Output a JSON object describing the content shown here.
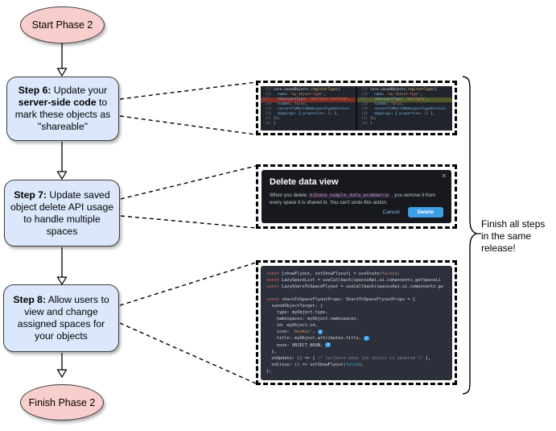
{
  "flowchart": {
    "start": {
      "label": "Start Phase 2"
    },
    "step6": {
      "bold1": "Step 6:",
      "t1": " Update your ",
      "bold2": "server-side code",
      "t2": " to mark these objects as \"shareable\""
    },
    "step7": {
      "bold1": "Step 7:",
      "t1": " Update saved object delete API usage to handle multiple spaces"
    },
    "step8": {
      "bold1": "Step 8:",
      "t1": " Allow users to view and change assigned spaces for your objects"
    },
    "finish": {
      "label": "Finish Phase 2"
    }
  },
  "brace_note": {
    "text": "Finish all steps in the same release!"
  },
  "colors": {
    "node_blue_fill": "#dbe8fc",
    "node_pink_fill": "#f8cecc",
    "node_stroke": "#3b3b3b",
    "diff_removed_bg": "#7e2c26",
    "diff_added_bg": "#525a2b",
    "code_bg": "#2b303b",
    "modal_bg": "#17191f",
    "primary_blue": "#3d9ee6",
    "badge_blue": "#36a2ef"
  },
  "diff_screenshot": {
    "left": {
      "lines": [
        {
          "num": "135",
          "mark": "",
          "tokens": [
            [
              "core.savedObjects.",
              "plain"
            ],
            [
              "registerType",
              "fn"
            ],
            [
              "({",
              "plain"
            ]
          ]
        },
        {
          "num": "136",
          "mark": "",
          "tokens": [
            [
              "  ",
              "plain"
            ],
            [
              "name",
              "prop"
            ],
            [
              ": ",
              "plain"
            ],
            [
              "'my-object-type'",
              "str"
            ],
            [
              ",",
              "plain"
            ]
          ]
        },
        {
          "num": "137",
          "mark": "-",
          "hl": "removed",
          "tokens": [
            [
              "  ",
              "plain"
            ],
            [
              "namespaceType",
              "prop"
            ],
            [
              ": ",
              "plain"
            ],
            [
              "'multiple-isolated'",
              "str"
            ],
            [
              ",",
              "plain"
            ]
          ]
        },
        {
          "num": "138",
          "mark": "",
          "tokens": [
            [
              "  ",
              "plain"
            ],
            [
              "hidden",
              "prop"
            ],
            [
              ": ",
              "plain"
            ],
            [
              "false",
              "lit"
            ],
            [
              ",",
              "plain"
            ]
          ]
        },
        {
          "num": "139",
          "mark": "",
          "tokens": [
            [
              "  ",
              "plain"
            ],
            [
              "convertToMultiNamespaceTypeVersion",
              "prop"
            ],
            [
              ": ",
              "plain"
            ],
            [
              "'",
              "str"
            ]
          ]
        },
        {
          "num": "140",
          "mark": "",
          "tokens": [
            [
              "  ",
              "plain"
            ],
            [
              "mappings",
              "prop"
            ],
            [
              ": { ",
              "plain"
            ],
            [
              "properties",
              "prop"
            ],
            [
              ": ",
              "plain"
            ],
            [
              "{}",
              "lit"
            ],
            [
              " },",
              "plain"
            ]
          ]
        },
        {
          "num": "141",
          "mark": "",
          "tokens": [
            [
              "});",
              "plain"
            ]
          ]
        },
        {
          "num": "142",
          "mark": "",
          "tokens": [
            [
              "}",
              "fn"
            ]
          ]
        }
      ]
    },
    "right": {
      "lines": [
        {
          "num": "135",
          "mark": "",
          "tokens": [
            [
              "core.savedObjects.",
              "plain"
            ],
            [
              "registerType",
              "fn"
            ],
            [
              "({",
              "plain"
            ]
          ]
        },
        {
          "num": "136",
          "mark": "",
          "tokens": [
            [
              "  ",
              "plain"
            ],
            [
              "name",
              "prop"
            ],
            [
              ": ",
              "plain"
            ],
            [
              "'my-object-type'",
              "str"
            ],
            [
              ",",
              "plain"
            ]
          ]
        },
        {
          "num": "137",
          "mark": "+",
          "hl": "added",
          "tokens": [
            [
              "  ",
              "plain"
            ],
            [
              "namespaceType",
              "prop"
            ],
            [
              ": ",
              "plain"
            ],
            [
              "'multiple'",
              "str"
            ],
            [
              ",",
              "plain"
            ]
          ]
        },
        {
          "num": "138",
          "mark": "",
          "tokens": [
            [
              "  ",
              "plain"
            ],
            [
              "hidden",
              "prop"
            ],
            [
              ": ",
              "plain"
            ],
            [
              "false",
              "lit"
            ],
            [
              ",",
              "plain"
            ]
          ]
        },
        {
          "num": "139",
          "mark": "",
          "tokens": [
            [
              "  ",
              "plain"
            ],
            [
              "convertToMultiNamespaceTypeVersion",
              "prop"
            ],
            [
              ": ",
              "plain"
            ],
            [
              "'",
              "str"
            ]
          ]
        },
        {
          "num": "140",
          "mark": "",
          "tokens": [
            [
              "  ",
              "plain"
            ],
            [
              "mappings",
              "prop"
            ],
            [
              ": { ",
              "plain"
            ],
            [
              "properties",
              "prop"
            ],
            [
              ": ",
              "plain"
            ],
            [
              "{}",
              "lit"
            ],
            [
              " },",
              "plain"
            ]
          ]
        },
        {
          "num": "141",
          "mark": "",
          "tokens": [
            [
              "});",
              "plain"
            ]
          ]
        },
        {
          "num": "142",
          "mark": "",
          "tokens": [
            [
              "}",
              "fn"
            ]
          ]
        }
      ]
    }
  },
  "modal_screenshot": {
    "title": "Delete data view",
    "close_icon": "✕",
    "body_prefix": "When you delete ",
    "code_token": "kibana_sample_data_ecommerce",
    "body_suffix": " , you remove it from every space it is shared in. You can't undo this action.",
    "cancel_label": "Cancel",
    "delete_label": "Delete"
  },
  "code_screenshot": {
    "lines": [
      {
        "tokens": [
          [
            "const",
            "kw"
          ],
          [
            " [showFlyout, setShowFlyout] = useState(",
            "plain"
          ],
          [
            "false",
            "lit"
          ],
          [
            ");",
            "plain"
          ]
        ]
      },
      {
        "tokens": [
          [
            "const",
            "kw"
          ],
          [
            " LazySpaceList = useCallback(spacesApi.ui.components.getSpaceLi",
            "plain"
          ]
        ]
      },
      {
        "tokens": [
          [
            "const",
            "kw"
          ],
          [
            " LazyShareToSpaceFlyout = useCallback(spacesApi.ui.components.ge",
            "plain"
          ]
        ]
      },
      {
        "tokens": [
          [
            " ",
            "plain"
          ]
        ]
      },
      {
        "tokens": [
          [
            "const",
            "kw"
          ],
          [
            " shareToSpaceFlyoutProps: ShareToSpaceFlyoutProps = {",
            "plain"
          ]
        ]
      },
      {
        "tokens": [
          [
            "  savedObjectTarget: {",
            "plain"
          ]
        ]
      },
      {
        "tokens": [
          [
            "    type: myObject.type,",
            "plain"
          ]
        ]
      },
      {
        "tokens": [
          [
            "    namespaces: myObject.namespaces,",
            "plain"
          ]
        ]
      },
      {
        "tokens": [
          [
            "    id: myObject.id,",
            "plain"
          ]
        ]
      },
      {
        "tokens": [
          [
            "    icon: ",
            "plain"
          ],
          [
            "'beaker'",
            "str"
          ],
          [
            ", ",
            "plain"
          ]
        ],
        "badge": "1"
      },
      {
        "tokens": [
          [
            "    title: myObject.attributes.title, ",
            "plain"
          ]
        ],
        "badge": "2"
      },
      {
        "tokens": [
          [
            "    noun: OBJECT_NOUN, ",
            "plain"
          ]
        ],
        "badge": "3"
      },
      {
        "tokens": [
          [
            "  },",
            "plain"
          ]
        ]
      },
      {
        "tokens": [
          [
            "  onUpdate: () => { ",
            "plain"
          ],
          [
            "/* callback when the object is updated */",
            "cmt"
          ],
          [
            " },",
            "plain"
          ]
        ]
      },
      {
        "tokens": [
          [
            "  onClose: () => setShowFlyout(",
            "plain"
          ],
          [
            "false",
            "lit2"
          ],
          [
            "),",
            "plain"
          ]
        ]
      },
      {
        "tokens": [
          [
            "};",
            "plain"
          ]
        ]
      }
    ]
  }
}
